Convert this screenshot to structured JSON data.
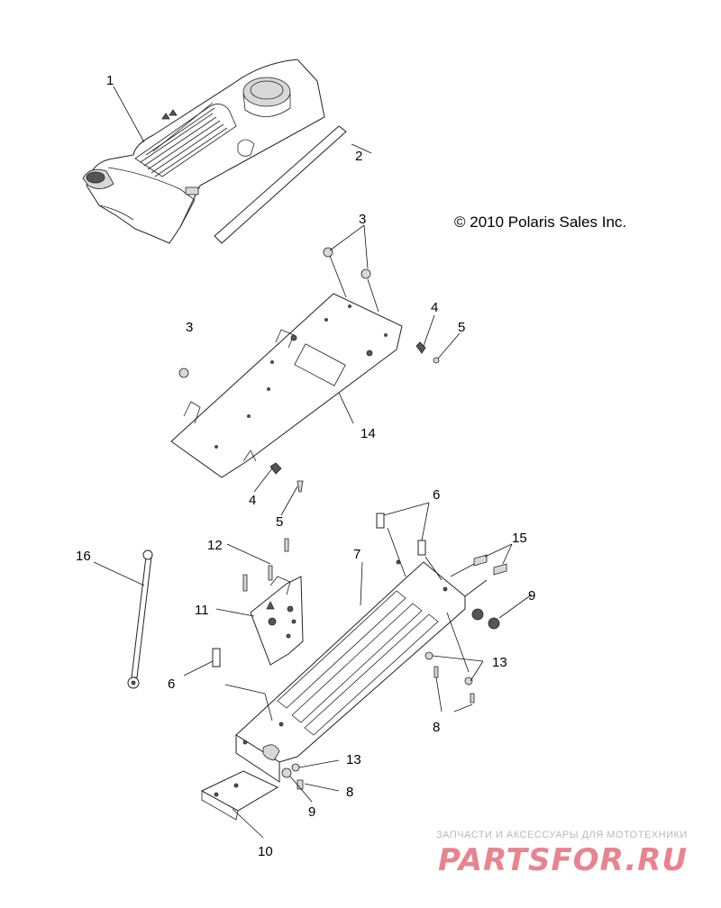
{
  "copyright": "© 2010 Polaris Sales Inc.",
  "watermark": {
    "tagline": "ЗАПЧАСТИ И АКСЕССУАРЫ ДЛЯ МОТОТЕХНИКИ",
    "logo_text": "PARTSFOR.RU",
    "logo_color": "#e05a6a"
  },
  "callouts": [
    "1",
    "2",
    "3",
    "3",
    "4",
    "5",
    "14",
    "4",
    "5",
    "6",
    "12",
    "16",
    "7",
    "15",
    "11",
    "9",
    "6",
    "13",
    "8",
    "13",
    "8",
    "9",
    "10"
  ]
}
